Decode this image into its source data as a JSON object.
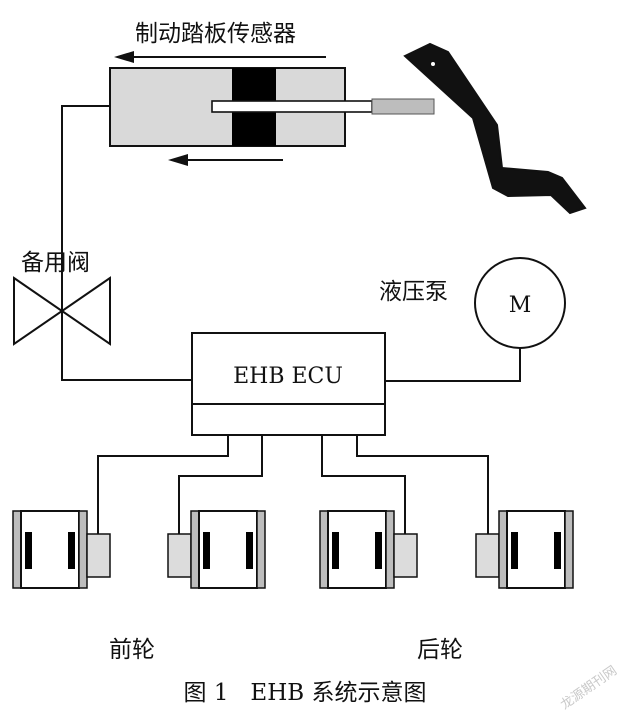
{
  "labels": {
    "pedal_sensor": "制动踏板传感器",
    "backup_valve": "备用阀",
    "pump": "液压泵",
    "motor_symbol": "M",
    "ecu": "EHB ECU",
    "front_wheels": "前轮",
    "rear_wheels": "后轮"
  },
  "caption": "图 1   EHB 系统示意图",
  "watermark": "龙源期刊网",
  "colors": {
    "line": "#111111",
    "cylinder_fill": "#d9d9d9",
    "piston": "#000000",
    "pedal": "#111111",
    "wheel_fill": "#ffffff",
    "caliper_fill": "#dcdcdc"
  }
}
